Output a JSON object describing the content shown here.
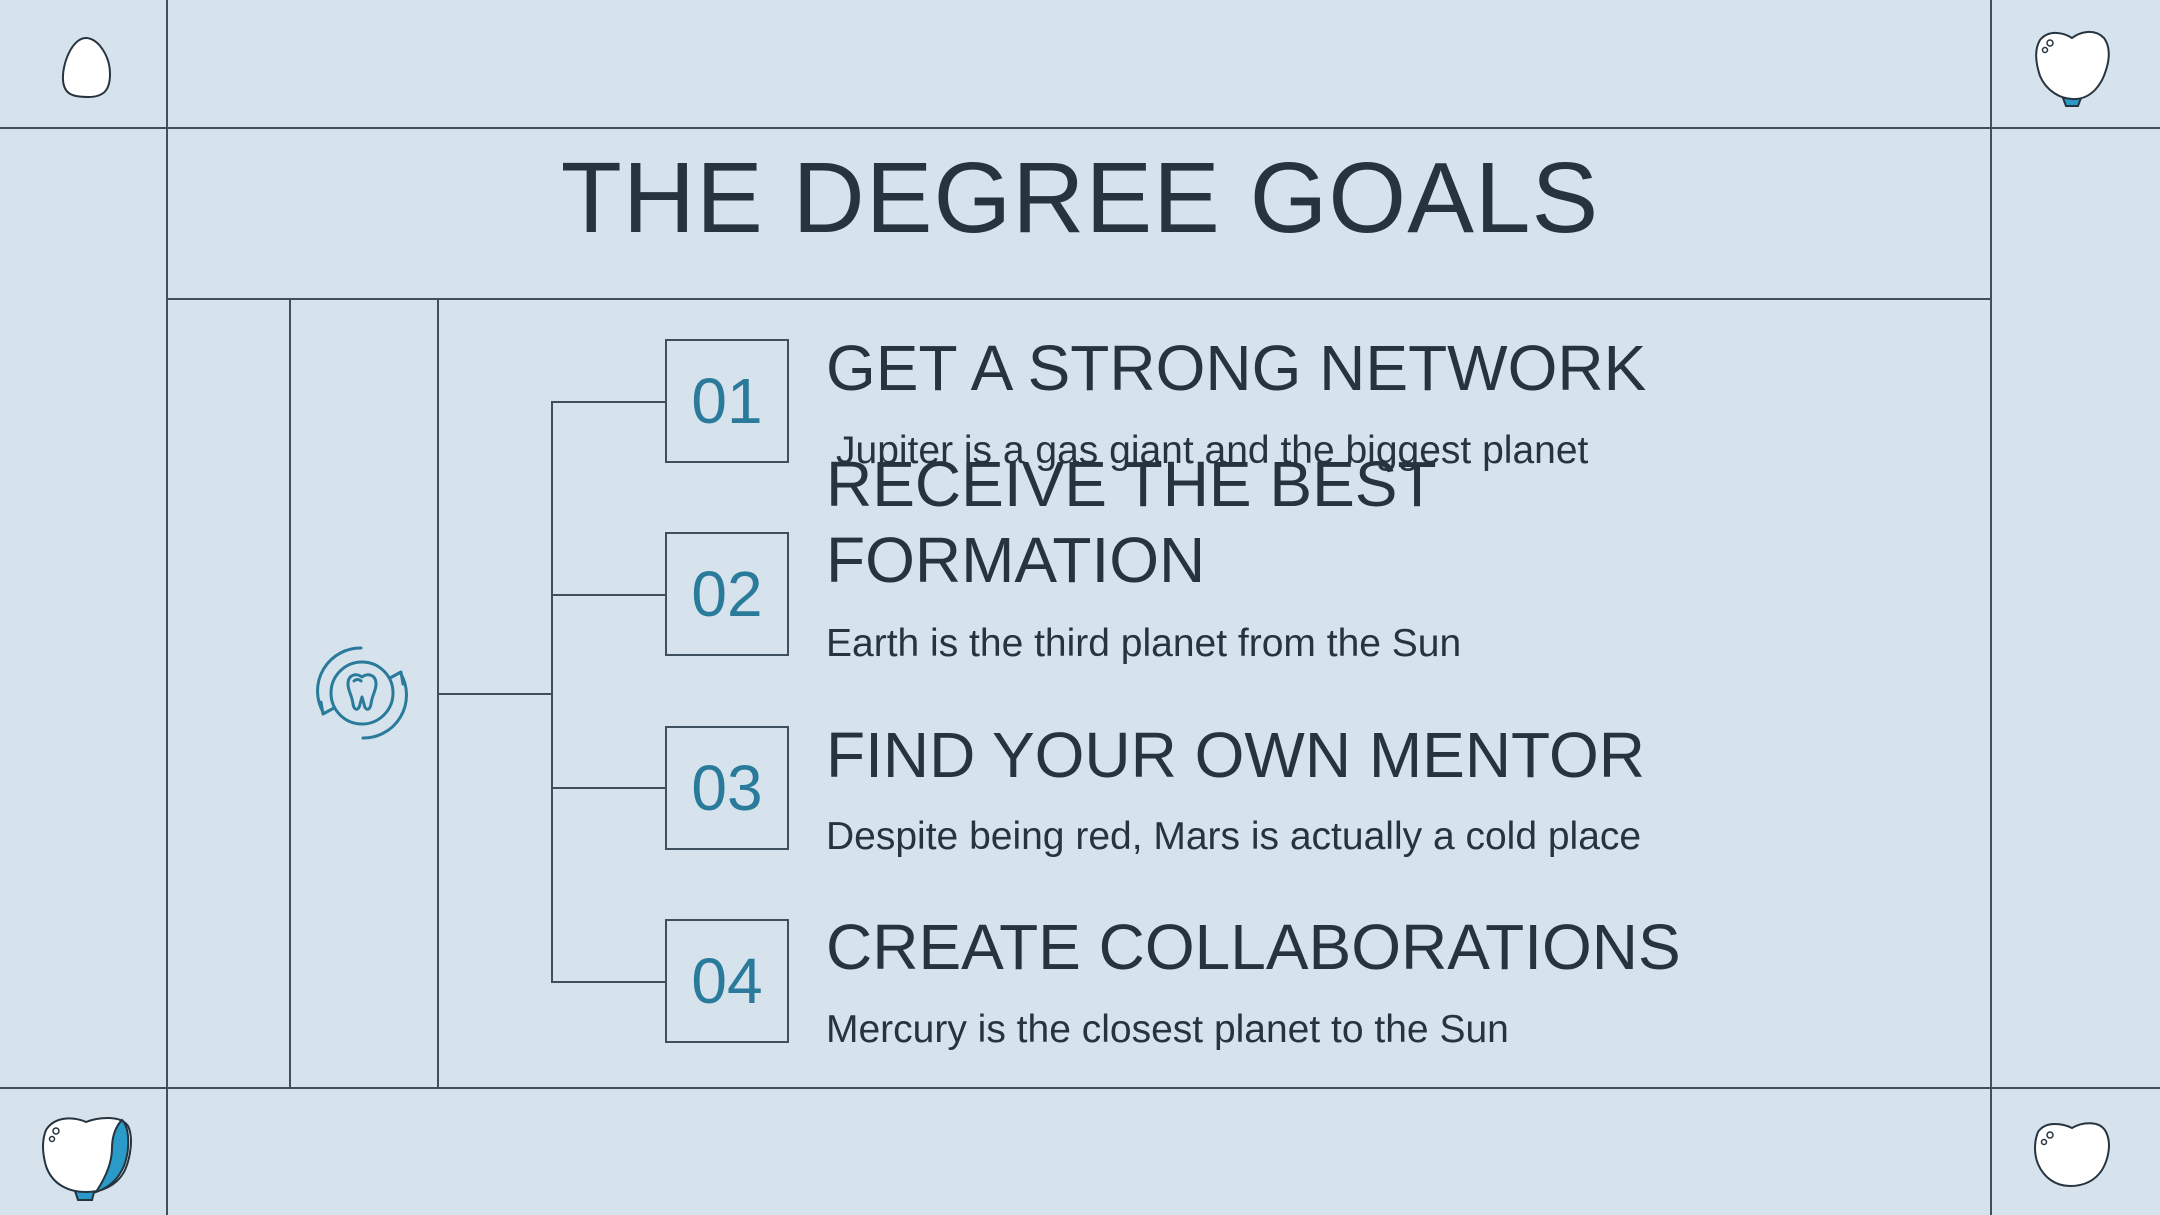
{
  "slide": {
    "title": "THE DEGREE GOALS",
    "center_icon": "tooth-cycle-icon",
    "corner_icons": [
      "tooth-icon",
      "tooth-icon",
      "tooth-icon",
      "tooth-icon"
    ],
    "goals": [
      {
        "number": "01",
        "title": "GET A STRONG NETWORK",
        "description": "Jupiter is a gas giant and the biggest planet"
      },
      {
        "number": "02",
        "title_line1": "RECEIVE THE BEST",
        "title_line2": "FORMATION",
        "description": "Earth is the third planet from the Sun"
      },
      {
        "number": "03",
        "title": "FIND YOUR OWN MENTOR",
        "description": "Despite being red, Mars is actually a cold place"
      },
      {
        "number": "04",
        "title": "CREATE COLLABORATIONS",
        "description": "Mercury is the closest planet to the Sun"
      }
    ]
  },
  "colors": {
    "background": "#d6e3ec",
    "line": "#3e4f5e",
    "text": "#263440",
    "accent": "#2a7a9b"
  }
}
